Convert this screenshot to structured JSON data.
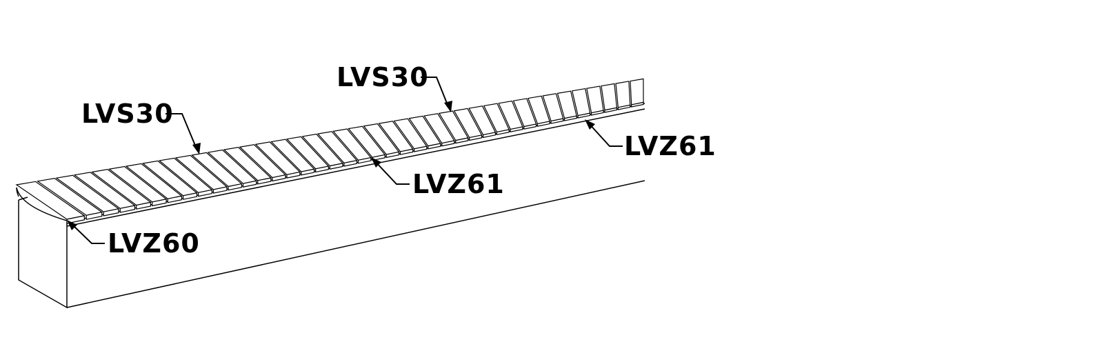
{
  "callouts": [
    {
      "id": "lvs30-left",
      "label": "LVS30"
    },
    {
      "id": "lvs30-right",
      "label": "LVS30"
    },
    {
      "id": "lvz61-middle",
      "label": "LVZ61"
    },
    {
      "id": "lvz61-right",
      "label": "LVZ61"
    },
    {
      "id": "lvz60",
      "label": "LVZ60"
    }
  ],
  "colors": {
    "line": "#000000",
    "background": "#ffffff"
  }
}
